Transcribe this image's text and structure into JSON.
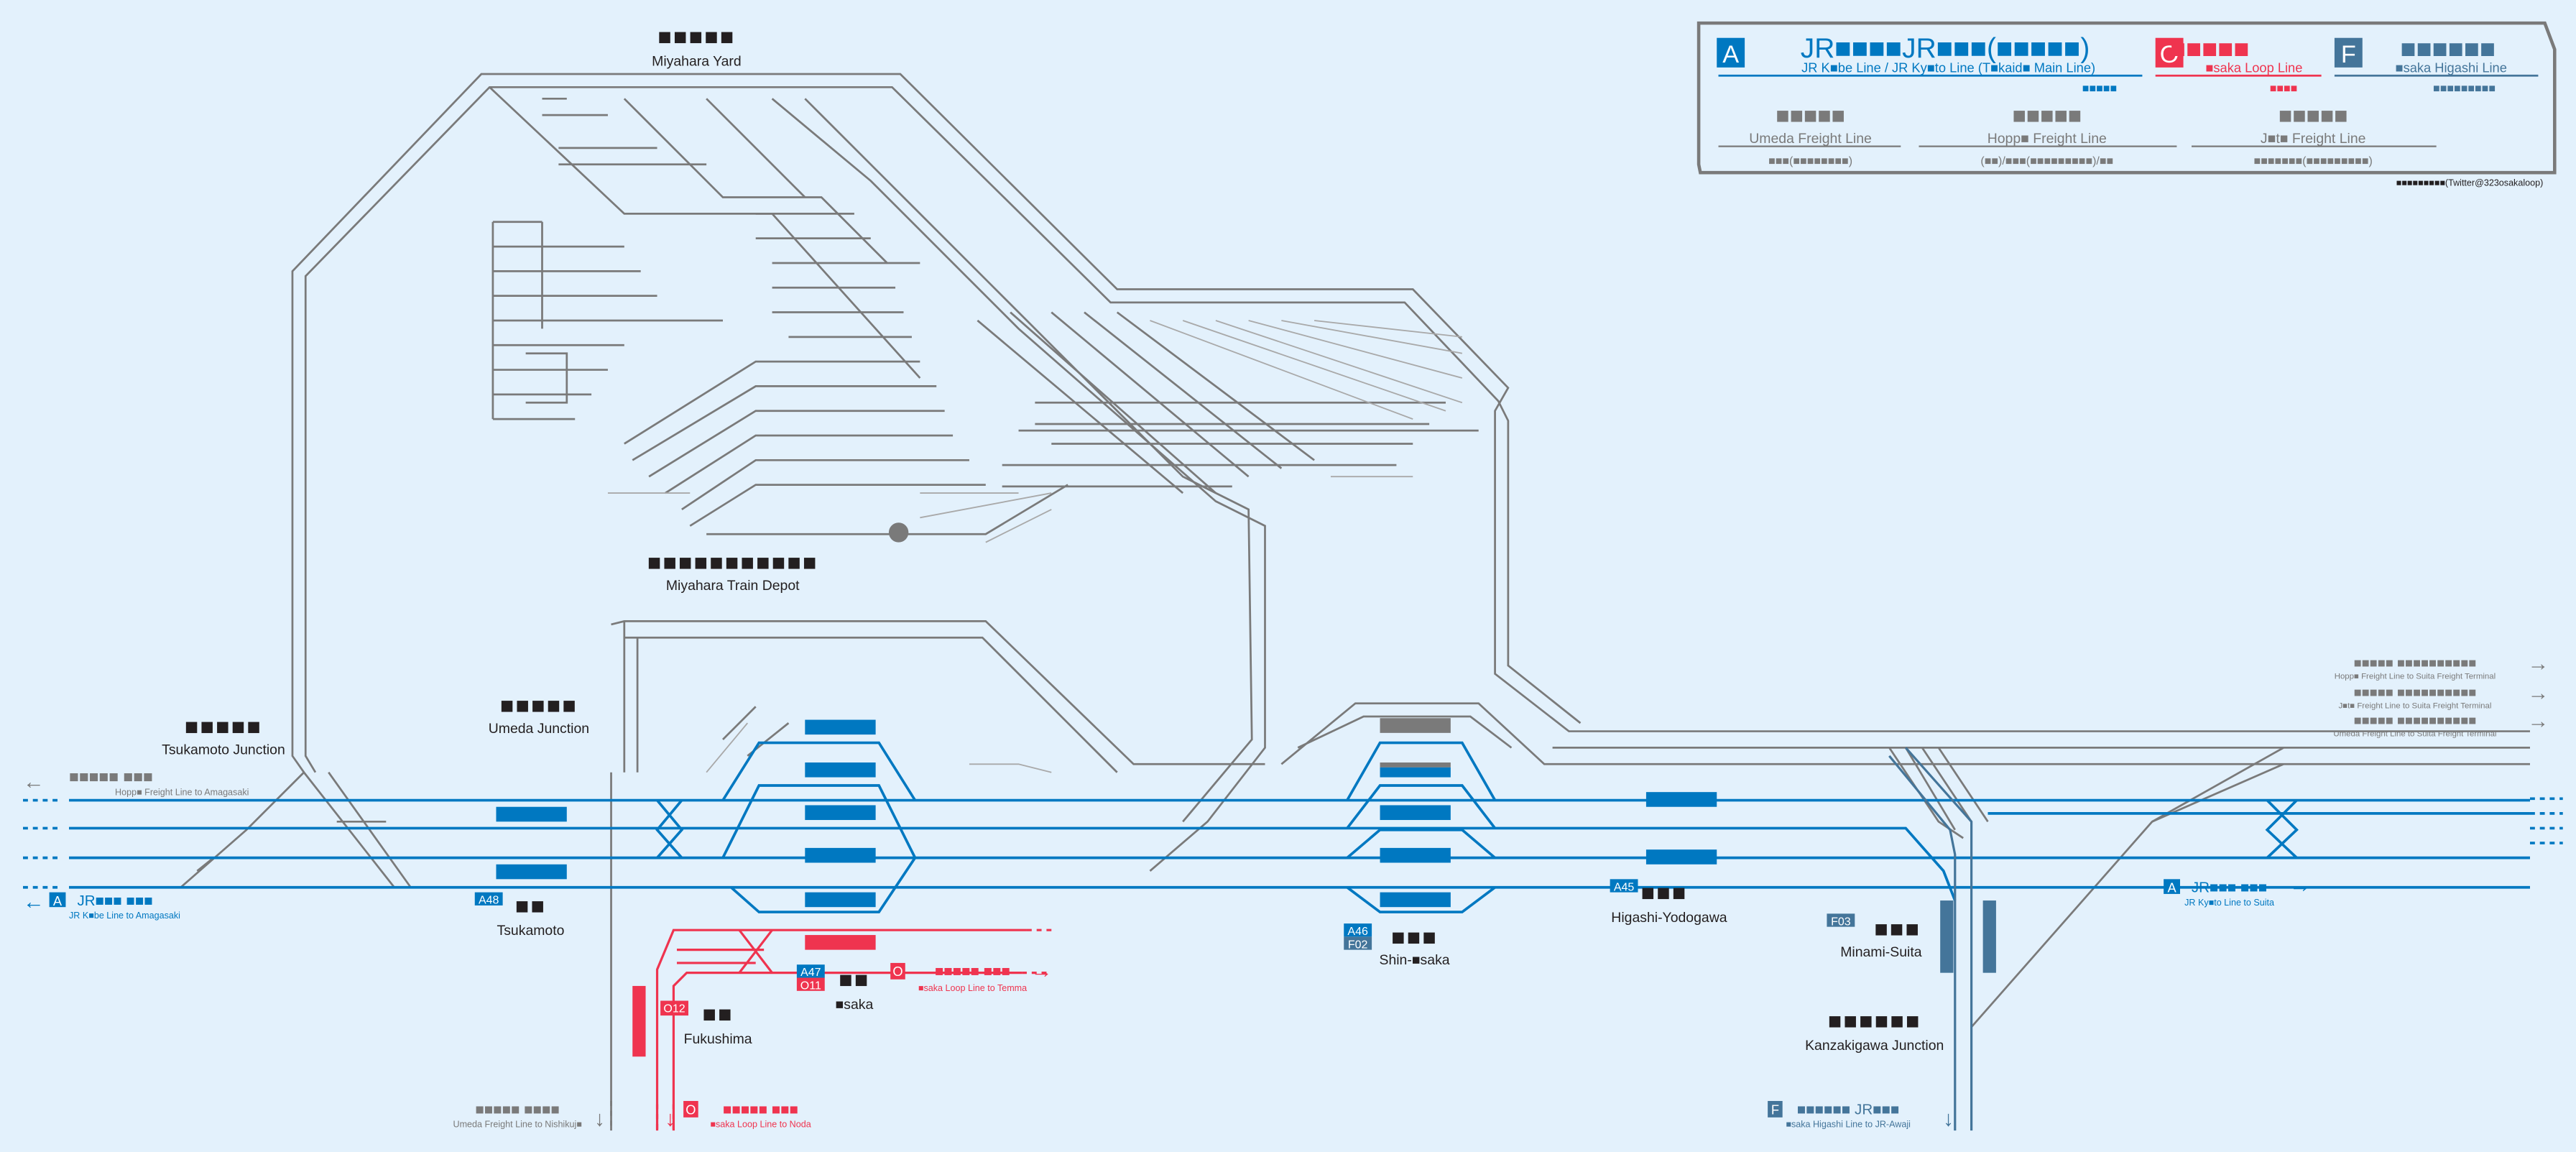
{
  "colors": {
    "background": "#e3f1fc",
    "jr_kobe_kyoto": "#0078c1",
    "osaka_loop": "#ef344f",
    "osaka_higashi": "#44759a",
    "freight": "#7a7a7a",
    "station_label": "#231f20"
  },
  "legend": {
    "lines": [
      {
        "symbol": "A",
        "name_jp": "JR■■■■JR■■■(■■■■■)",
        "name_en": "JR K■be Line / JR Ky■to Line (T■kaid■ Main Line)",
        "sub_jp": "■■■■■"
      },
      {
        "symbol": "O",
        "name_jp": "■■■■■",
        "name_en": "■saka Loop Line",
        "sub_jp": "■■■■"
      },
      {
        "symbol": "F",
        "name_jp": "■■■■■■",
        "name_en": "■saka Higashi Line",
        "sub_jp": "■■■■■■■■■"
      }
    ],
    "freight": [
      {
        "name_jp": "■■■■■",
        "name_en": "Umeda Freight Line",
        "sub_jp": "■■■(■■■■■■■■)"
      },
      {
        "name_jp": "■■■■■",
        "name_en": "Hopp■ Freight Line",
        "sub_jp": "(■■)/■■■(■■■■■■■■■)/■■"
      },
      {
        "name_jp": "■■■■■",
        "name_en": "J■t■ Freight Line",
        "sub_jp": "■■■■■■■(■■■■■■■■■)"
      }
    ],
    "credit": "■■■■■■■■■(Twitter@323osakaloop)"
  },
  "facilities": {
    "miyahara_yard": {
      "jp": "■■■■■",
      "en": "Miyahara Yard"
    },
    "miyahara_depot": {
      "jp": "■■■■■■■■■■■",
      "en": "Miyahara Train Depot"
    },
    "tsukamoto_jct": {
      "jp": "■■■■■",
      "en": "Tsukamoto Junction"
    },
    "umeda_jct": {
      "jp": "■■■■■",
      "en": "Umeda Junction"
    },
    "kanzakigawa_jct": {
      "jp": "■■■■■■",
      "en": "Kanzakigawa Junction"
    }
  },
  "stations": {
    "tsukamoto": {
      "codes": [
        "A48"
      ],
      "jp": "■■",
      "en": "Tsukamoto"
    },
    "osaka": {
      "codes": [
        "A47",
        "O11"
      ],
      "jp": "■■",
      "en": "■saka"
    },
    "fukushima": {
      "codes": [
        "O12"
      ],
      "jp": "■■",
      "en": "Fukushima"
    },
    "shin_osaka": {
      "codes": [
        "A46",
        "F02"
      ],
      "jp": "■■■",
      "en": "Shin-■saka"
    },
    "higashi_yodogawa": {
      "codes": [
        "A45"
      ],
      "jp": "■■■",
      "en": "Higashi-Yodogawa"
    },
    "minami_suita": {
      "codes": [
        "F03"
      ],
      "jp": "■■■",
      "en": "Minami-Suita"
    }
  },
  "directions": {
    "hoppo_amagasaki": {
      "jp": "■■■■■ ■■■",
      "en": "Hopp■ Freight Line to Amagasaki",
      "icon": "arrow-left-icon"
    },
    "kobe_amagasaki": {
      "symbol": "A",
      "jp": "JR■■■ ■■■",
      "en": "JR K■be Line to Amagasaki",
      "icon": "arrow-left-icon"
    },
    "umeda_nishikujo": {
      "jp": "■■■■■ ■■■■",
      "en": "Umeda Freight Line to Nishikuj■",
      "icon": "arrow-down-icon"
    },
    "loop_noda": {
      "symbol": "O",
      "jp": "■■■■■ ■■■",
      "en": "■saka Loop Line to Noda",
      "icon": "arrow-down-icon"
    },
    "loop_temma": {
      "symbol": "O",
      "jp": "■■■■■ ■■■",
      "en": "■saka Loop Line to Temma",
      "icon": "arrow-right-icon"
    },
    "higashi_awaji": {
      "symbol": "F",
      "jp": "■■■■■■ JR■■■",
      "en": "■saka Higashi Line to JR-Awaji",
      "icon": "arrow-down-icon"
    },
    "kyoto_suita": {
      "symbol": "A",
      "jp": "JR■■■ ■■■",
      "en": "JR Ky■to Line to Suita",
      "icon": "arrow-right-icon"
    },
    "hoppo_suita": {
      "jp": "■■■■■ ■■■■■■■■■■",
      "en": "Hopp■ Freight Line to Suita Freight Terminal",
      "icon": "arrow-right-icon"
    },
    "joto_suita": {
      "jp": "■■■■■ ■■■■■■■■■■",
      "en": "J■t■ Freight Line to Suita Freight Terminal",
      "icon": "arrow-right-icon"
    },
    "umeda_suita": {
      "jp": "■■■■■ ■■■■■■■■■■",
      "en": "Umeda Freight Line to Suita Freight Terminal",
      "icon": "arrow-right-icon"
    }
  }
}
